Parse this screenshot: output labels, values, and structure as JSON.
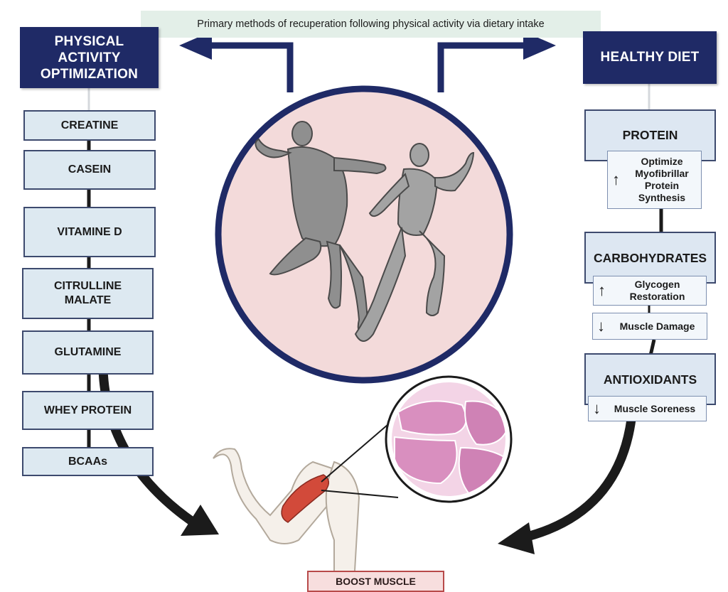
{
  "banner": {
    "title": "Primary methods of recuperation following physical activity via dietary intake"
  },
  "left_column": {
    "header": "PHYSICAL\nACTIVITY\nOPTIMIZATION",
    "items": [
      "CREATINE",
      "CASEIN",
      "VITAMINE D",
      "CITRULLINE\nMALATE",
      "GLUTAMINE",
      "WHEY PROTEIN",
      "BCAAs"
    ]
  },
  "right_column": {
    "header": "HEALTHY DIET",
    "groups": [
      {
        "label": "PROTEIN",
        "effects": [
          {
            "direction": "up",
            "text": "Optimize\nMyofibrillar\nProtein\nSynthesis"
          }
        ]
      },
      {
        "label": "CARBOHYDRATES",
        "effects": [
          {
            "direction": "up",
            "text": "Glycogen\nRestoration"
          },
          {
            "direction": "down",
            "text": "Muscle Damage"
          }
        ]
      },
      {
        "label": "ANTIOXIDANTS",
        "effects": [
          {
            "direction": "down",
            "text": "Muscle Soreness"
          }
        ]
      }
    ]
  },
  "outcome": {
    "label": "BOOST MUSCLE"
  },
  "icons": {
    "up": "↑",
    "down": "↓"
  },
  "colors": {
    "navy": "#1f2a66",
    "box_fill": "#dde9f1",
    "circle_fill": "#f3dada",
    "tissue": "#d98fbf",
    "muscle": "#d24a3a"
  }
}
